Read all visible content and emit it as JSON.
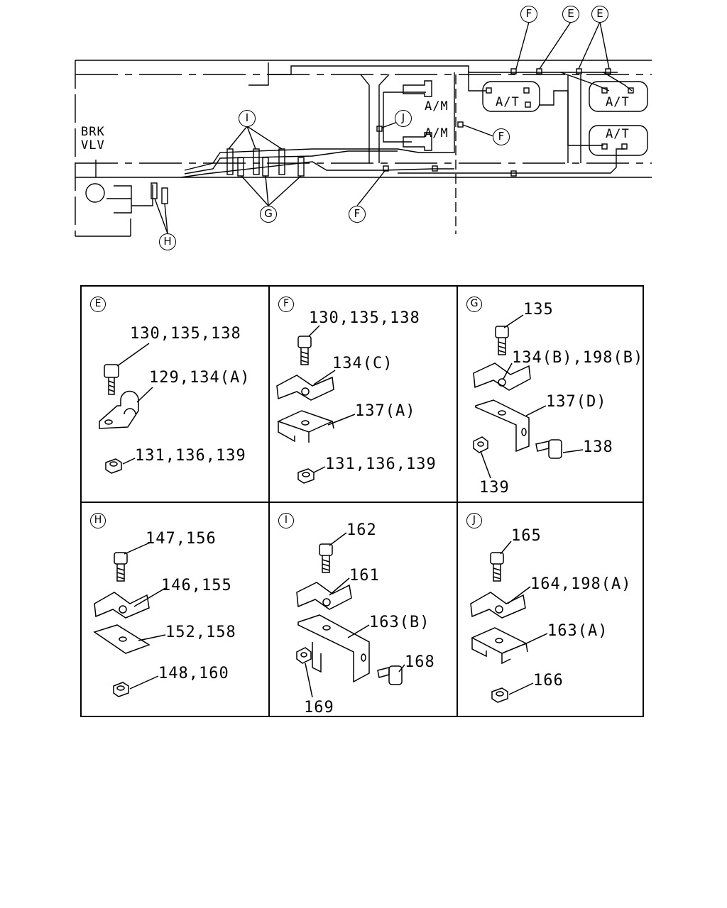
{
  "overview": {
    "brake_valve_label_line1": "BRK",
    "brake_valve_label_line2": "VLV",
    "am_label": "A/M",
    "at_label": "A/T",
    "callouts": {
      "F": "F",
      "E": "E",
      "G": "G",
      "H": "H",
      "I": "I",
      "J": "J"
    }
  },
  "details": [
    {
      "id": "E",
      "parts": [
        "130,135,138",
        "129,134(A)",
        "131,136,139"
      ]
    },
    {
      "id": "F",
      "parts": [
        "130,135,138",
        "134(C)",
        "137(A)",
        "131,136,139"
      ]
    },
    {
      "id": "G",
      "parts": [
        "135",
        "134(B),198(B)",
        "137(D)",
        "138",
        "139"
      ]
    },
    {
      "id": "H",
      "parts": [
        "147,156",
        "146,155",
        "152,158",
        "148,160"
      ]
    },
    {
      "id": "I",
      "parts": [
        "162",
        "161",
        "163(B)",
        "168",
        "169"
      ]
    },
    {
      "id": "J",
      "parts": [
        "165",
        "164,198(A)",
        "163(A)",
        "166"
      ]
    }
  ]
}
